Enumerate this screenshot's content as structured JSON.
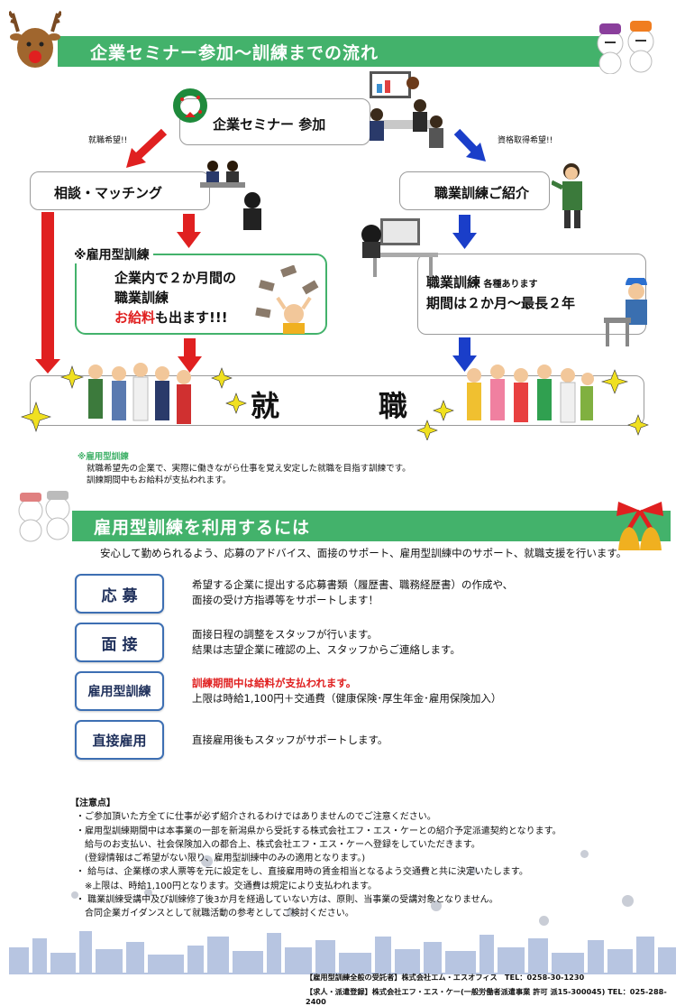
{
  "section1": {
    "banner_title": "企業セミナー参加〜訓練までの流れ",
    "seminar_box": "企業セミナー 参加",
    "left_hint": "就職希望!!",
    "right_hint": "資格取得希望!!",
    "consult_box": "相談・マッチング",
    "training_intro_box": "職業訓練ご紹介",
    "employ_training": {
      "title": "※雇用型訓練",
      "line1": "企業内で２か月間の",
      "line2": "職業訓練",
      "line3_red": "お給料",
      "line3_rest": "も出ます!!!"
    },
    "vocational": {
      "line1_main": "職業訓練",
      "line1_small": " 各種あります",
      "line2": "期間は２か月〜最長２年"
    },
    "employment_left": "就",
    "employment_right": "職",
    "note": {
      "title": "※雇用型訓練",
      "line1": "就職希望先の企業で、実際に働きながら仕事を覚え安定した就職を目指す訓練です。",
      "line2": "訓練期間中もお給料が支払われます。"
    }
  },
  "section2": {
    "banner_title": "雇用型訓練を利用するには",
    "subtitle": "安心して勤められるよう、応募のアドバイス、面接のサポート、雇用型訓練中のサポート、就職支援を行います。",
    "steps": [
      {
        "label": "応 募",
        "line1": "希望する企業に提出する応募書類（履歴書、職務経歴書）の作成や、",
        "line2": "面接の受け方指導等をサポートします！"
      },
      {
        "label": "面 接",
        "line1": "面接日程の調整をスタッフが行います。",
        "line2": "結果は志望企業に確認の上、スタッフからご連絡します。"
      },
      {
        "label": "雇用型訓練",
        "line1": "訓練期間中は給料が支払われます。",
        "line2": "上限は時給1,100円＋交通費（健康保険･厚生年金･雇用保険加入）"
      },
      {
        "label": "直接雇用",
        "line1": "直接雇用後もスタッフがサポートします。",
        "line2": ""
      }
    ]
  },
  "notes": {
    "header": "【注意点】",
    "lines": [
      "・ご参加頂いた方全てに仕事が必ず紹介されるわけではありませんのでご注意ください。",
      "・雇用型訓練期間中は本事業の一部を新潟県から受託する株式会社エフ・エス・ケーとの紹介予定派遣契約となります。",
      "　給与のお支払い、社会保険加入の都合上、株式会社エフ・エス・ケーへ登録をしていただきます。",
      "　(登録情報はご希望がない限り、雇用型訓練中のみの適用となります。)",
      "・ 給与は、企業様の求人票等を元に設定をし、直接雇用時の賃金相当となるよう交通費と共に決定いたします。",
      "　※上限は、時給1,100円となります。交通費は規定により支払われます。",
      "・ 職業訓練受講中及び訓練修了後3か月を経過していない方は、原則、当事業の受講対象となりません。",
      "　合同企業ガイダンスとして就職活動の参考としてご検討ください。"
    ]
  },
  "footer": {
    "line1": "【雇用型訓練全般の受託者】株式会社エム・エスオフィス　TEL：0258-30-1230",
    "line2": "【求人・派遣登録】株式会社エフ・エス・ケー(一般労働者派遣事業 許可 派15-300045) TEL：025-288-2400"
  },
  "colors": {
    "green": "#43b26b",
    "red": "#e02020",
    "blue": "#1a3ec9",
    "btn_border": "#3d6fb3"
  }
}
